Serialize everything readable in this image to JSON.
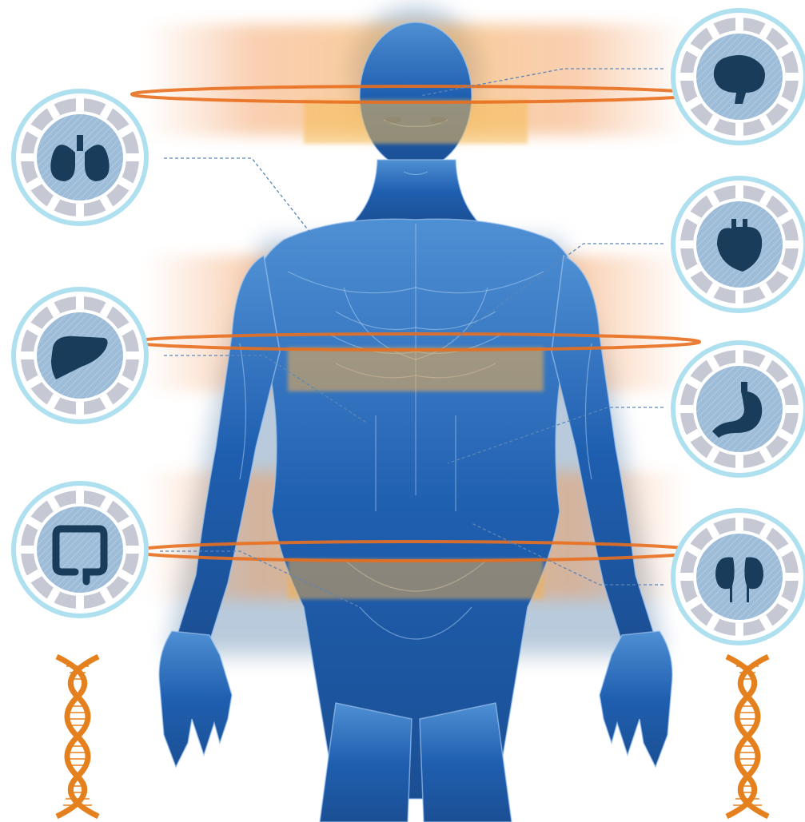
{
  "colors": {
    "background": "#ffffff",
    "body_blue": "#1f5fb0",
    "body_glow": "#7fa8d8",
    "band_orange": "#f07a2a",
    "band_yellow": "#f5c063",
    "ring_light": "#aee0ef",
    "ring_segment": "#c9c9d6",
    "disc_fill": "#8fb1cf",
    "icon_dark": "#183c5a",
    "connector_line": "#5b86b7",
    "dna_orange": "#e5801f"
  },
  "organs_left": [
    {
      "name": "lungs",
      "icon": "lungs-icon"
    },
    {
      "name": "liver",
      "icon": "liver-icon"
    },
    {
      "name": "intestines",
      "icon": "intestines-icon"
    }
  ],
  "organs_right": [
    {
      "name": "brain",
      "icon": "brain-icon"
    },
    {
      "name": "heart",
      "icon": "heart-icon"
    },
    {
      "name": "stomach",
      "icon": "stomach-icon"
    },
    {
      "name": "kidneys",
      "icon": "kidneys-icon"
    }
  ],
  "decorations": {
    "dna_left": "dna-helix-icon",
    "dna_right": "dna-helix-icon",
    "figure": "human-body-figure"
  }
}
